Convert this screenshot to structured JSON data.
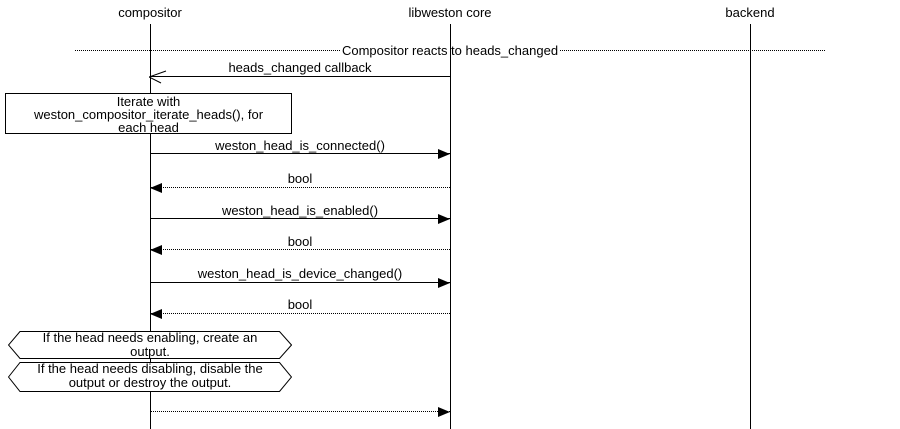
{
  "diagram_type": "sequence",
  "colors": {
    "background": "#ffffff",
    "line": "#000000",
    "text": "#000000"
  },
  "actors": [
    {
      "label": "compositor"
    },
    {
      "label": "libweston core"
    },
    {
      "label": "backend"
    }
  ],
  "divider": {
    "label": "Compositor reacts to heads_changed"
  },
  "messages": [
    {
      "label": "heads_changed callback",
      "from": "libweston core",
      "to": "compositor",
      "line": "solid",
      "arrowhead": "open"
    },
    {
      "label": "weston_head_is_connected()",
      "from": "compositor",
      "to": "libweston core",
      "line": "solid",
      "arrowhead": "filled"
    },
    {
      "label": "bool",
      "from": "libweston core",
      "to": "compositor",
      "line": "dotted",
      "arrowhead": "filled"
    },
    {
      "label": "weston_head_is_enabled()",
      "from": "compositor",
      "to": "libweston core",
      "line": "solid",
      "arrowhead": "filled"
    },
    {
      "label": "bool",
      "from": "libweston core",
      "to": "compositor",
      "line": "dotted",
      "arrowhead": "filled"
    },
    {
      "label": "weston_head_is_device_changed()",
      "from": "compositor",
      "to": "libweston core",
      "line": "solid",
      "arrowhead": "filled"
    },
    {
      "label": "bool",
      "from": "libweston core",
      "to": "compositor",
      "line": "dotted",
      "arrowhead": "filled"
    },
    {
      "label": "",
      "from": "compositor",
      "to": "libweston core",
      "line": "dotted",
      "arrowhead": "filled"
    }
  ],
  "notes": [
    {
      "type": "box",
      "lines": [
        "Iterate with",
        "weston_compositor_iterate_heads(), for",
        "each head"
      ]
    },
    {
      "type": "angular",
      "lines": [
        "If the head needs enabling, create an",
        "output."
      ]
    },
    {
      "type": "angular",
      "lines": [
        "If the head needs disabling, disable the",
        "output or destroy the output."
      ]
    }
  ]
}
